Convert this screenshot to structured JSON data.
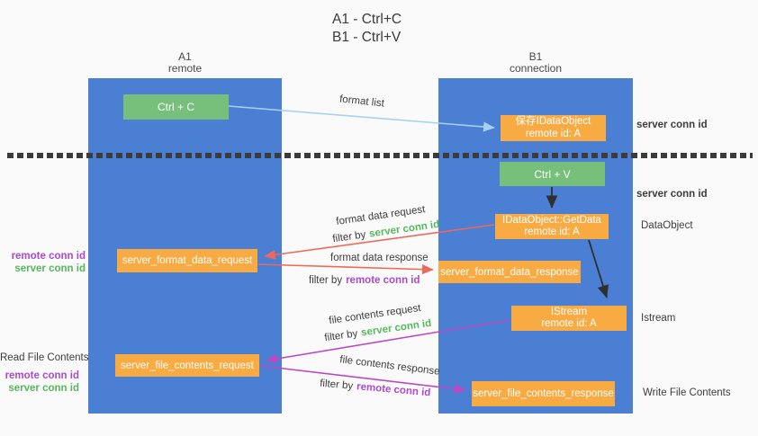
{
  "title": {
    "line1": "A1 - Ctrl+C",
    "line2": "B1 - Ctrl+V"
  },
  "columns": {
    "left": {
      "name": "A1",
      "subtitle": "remote"
    },
    "right": {
      "name": "B1",
      "subtitle": "connection"
    }
  },
  "boxes": {
    "ctrl_c": "Ctrl + C",
    "ctrl_v": "Ctrl + V",
    "save_idataobject": {
      "line1": "保存IDataObject",
      "line2": "remote id: A"
    },
    "idataobject_getdata": {
      "line1": "IDataObject::GetData",
      "line2": "remote id: A"
    },
    "istream": {
      "line1": "IStream",
      "line2": "remote id: A"
    },
    "server_format_data_request": "server_format_data_request",
    "server_format_data_response": "server_format_data_response",
    "server_file_contents_request": "server_file_contents_request",
    "server_file_contents_response": "server_file_contents_response"
  },
  "arrow_labels": {
    "format_list": "format list",
    "format_data_request": "format data request",
    "format_data_response": "format data response",
    "file_contents_request": "file contents request",
    "file_contents_response": "file contents response",
    "filter_by": "filter by",
    "server_conn_id": "server conn id",
    "remote_conn_id": "remote conn id"
  },
  "side_labels": {
    "server_conn_id_top": "server conn id",
    "server_conn_id_mid": "server conn id",
    "dataobject": "DataObject",
    "istream": "Istream",
    "write_file_contents": "Write File Contents",
    "read_file_contents": "Read File Contents",
    "remote_conn_id": "remote conn id",
    "server_conn_id": "server conn id"
  },
  "colors": {
    "column_blue": "#4a7fd3",
    "box_green": "#76c07b",
    "box_orange": "#f8aa43",
    "arrow_red": "#ec6a5c",
    "arrow_magenta": "#bb4ac2",
    "arrow_light_blue": "#a7d1f0",
    "arrow_black": "#2f2f2f",
    "label_green": "#55b85c",
    "label_purple": "#ab4ace",
    "background": "#fafafa"
  }
}
